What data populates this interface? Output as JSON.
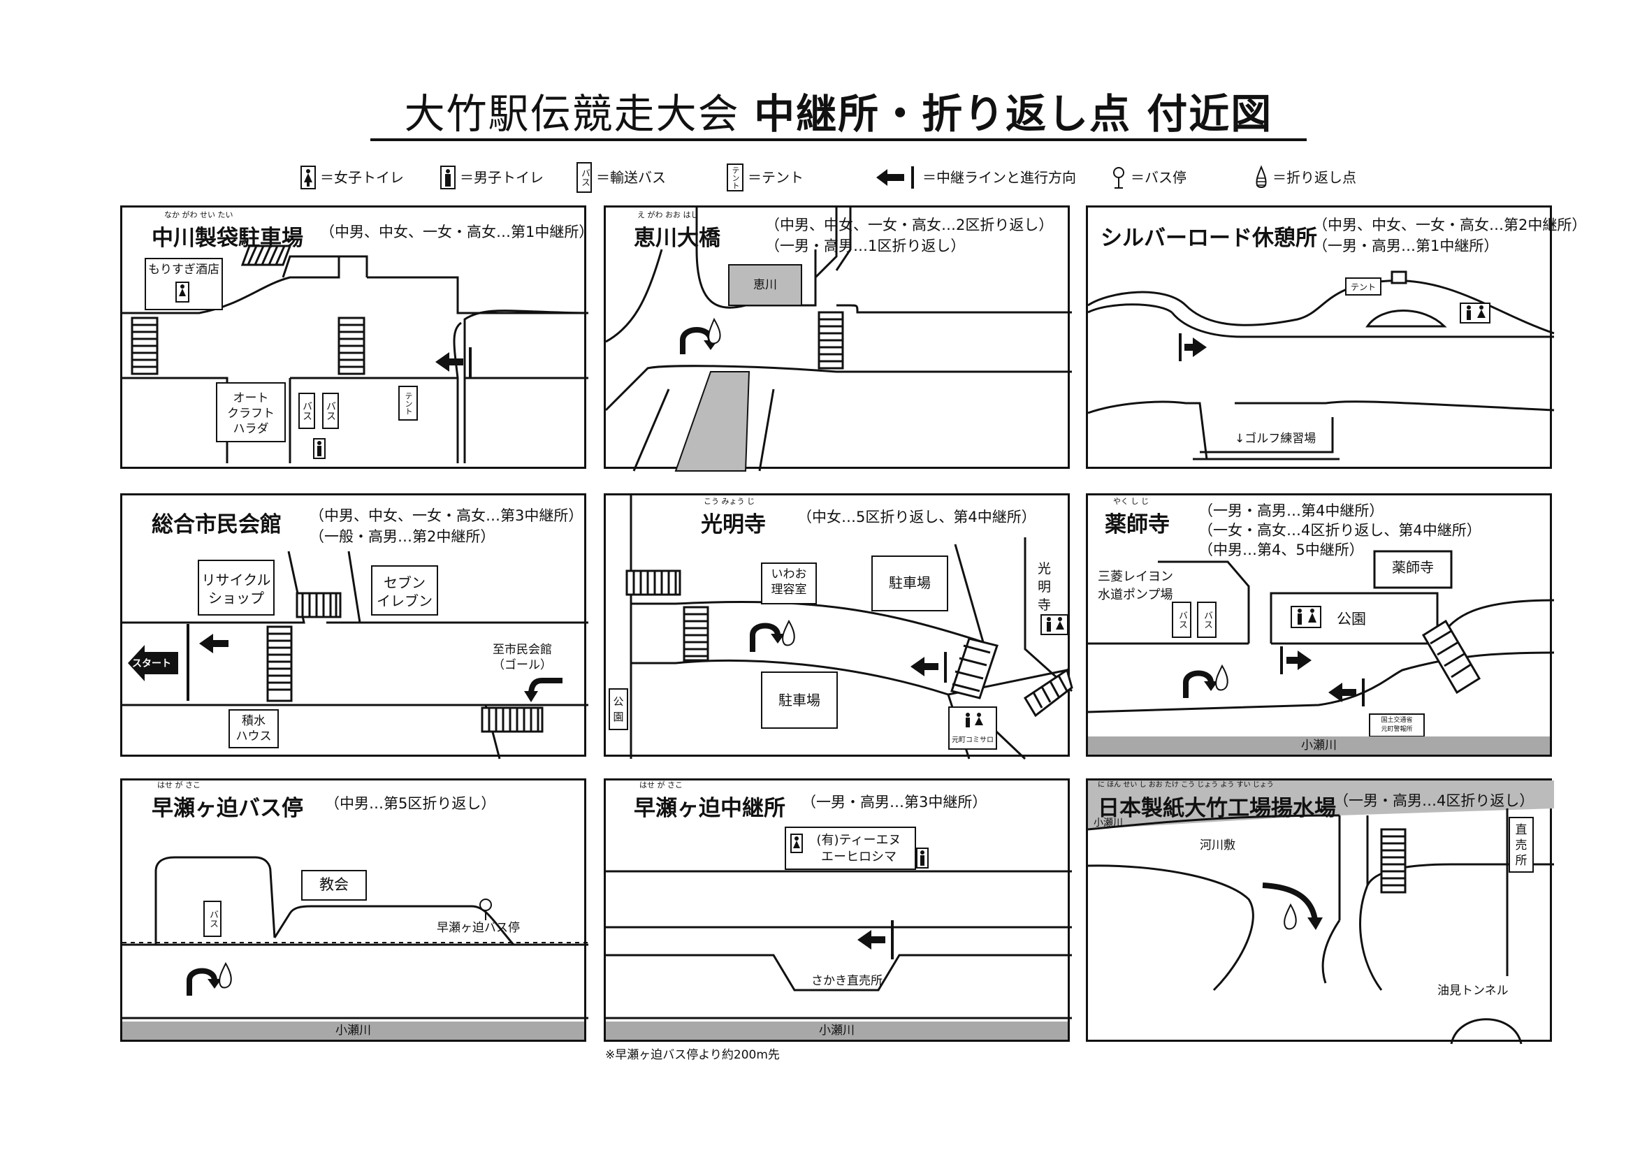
{
  "title": {
    "normal": "大竹駅伝競走大会 ",
    "bold": "中継所・折り返し点 付近図"
  },
  "legend": [
    {
      "icon": "womens-toilet-icon",
      "label": "＝女子トイレ"
    },
    {
      "icon": "mens-toilet-icon",
      "label": "＝男子トイレ"
    },
    {
      "icon": "bus-icon",
      "icon_text": "バス",
      "label": "＝輸送バス"
    },
    {
      "icon": "tent-icon",
      "icon_text": "テント",
      "label": "＝テント"
    },
    {
      "icon": "relay-line-arrow-icon",
      "label": "＝中継ラインと進行方向"
    },
    {
      "icon": "bus-stop-icon",
      "label": "＝バス停"
    },
    {
      "icon": "turnaround-point-icon",
      "label": "＝折り返し点"
    }
  ],
  "panels": {
    "p1": {
      "title": "中川製袋駐車場",
      "ruby": "なか がわ せい たい",
      "info": "（中男、中女、一女・高女…第1中継所）",
      "labels": {
        "sake": "もりすぎ酒店",
        "auto": "オート\nクラフト\nハラダ",
        "bus": "バス",
        "tent": "テント"
      }
    },
    "p2": {
      "title": "恵川大橋",
      "ruby": "え がわ おお はし",
      "info": "（中男、中女、一女・高女…2区折り返し）\n（一男・高男…1区折り返し）",
      "labels": {
        "river": "恵川"
      }
    },
    "p3": {
      "title": "シルバーロード休憩所",
      "info": "（中男、中女、一女・高女…第2中継所）\n（一男・高男…第1中継所）",
      "labels": {
        "tent": "テント",
        "golf": "↓ゴルフ練習場"
      }
    },
    "p4": {
      "title": "総合市民会館",
      "info": "（中男、中女、一女・高女…第3中継所）\n（一般・高男…第2中継所）",
      "labels": {
        "recycle": "リサイクル\nショップ",
        "seven": "セブン\nイレブン",
        "start": "スタート",
        "goal": "至市民会館\n（ゴール）",
        "sekisui": "積水\nハウス"
      }
    },
    "p5": {
      "title": "光明寺",
      "ruby": "こう みょう じ",
      "info": "（中女…5区折り返し、第4中継所）",
      "labels": {
        "iwao": "いわお\n理容室",
        "parking1": "駐車場",
        "komyo": "光\n明\n寺",
        "park": "公\n園",
        "parking2": "駐車場",
        "community": "元町コミサロ"
      }
    },
    "p6": {
      "title": "薬師寺",
      "ruby": "やく し じ",
      "info": "（一男・高男…第4中継所）\n（一女・高女…4区折り返し、第4中継所）\n（中男…第4、5中継所）",
      "labels": {
        "mitsubishi": "三菱レイヨン\n水道ポンプ場",
        "yakushiji": "薬師寺",
        "park": "公園",
        "office": "国土交通省\n元町警報所",
        "river": "小瀬川",
        "bus": "バス"
      }
    },
    "p7": {
      "title": "早瀬ヶ迫バス停",
      "ruby": "はせ が さこ",
      "info": "（中男…第5区折り返し）",
      "labels": {
        "church": "教会",
        "bus": "バス",
        "busstop": "早瀬ヶ迫バス停",
        "river": "小瀬川"
      }
    },
    "p8": {
      "title": "早瀬ヶ迫中継所",
      "ruby": "はせ が さこ",
      "info": "（一男・高男…第3中継所）",
      "labels": {
        "tien": "(有)ティーエヌ\nエーヒロシマ",
        "sakaki": "さかき直売所",
        "river": "小瀬川"
      }
    },
    "p9": {
      "title": "日本製紙大竹工場揚水場",
      "ruby": "に ほん せい し おお たけ こう じょう よう すい じょう",
      "info": "（一男・高男…4区折り返し）",
      "labels": {
        "river_top": "小瀬川",
        "kasenshiki": "河川敷",
        "chokubai": "直\n売\n所",
        "tunnel": "油見トンネル"
      }
    }
  },
  "footnote": "※早瀬ヶ迫バス停より約200m先"
}
